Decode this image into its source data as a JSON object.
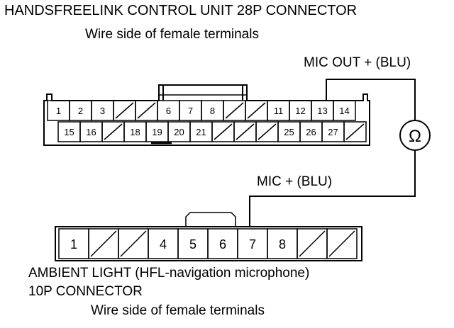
{
  "hfl_connector": {
    "title": "HANDSFREELINK CONTROL UNIT 28P CONNECTOR",
    "subtitle": "Wire side of female terminals",
    "top_row": [
      "1",
      "2",
      "3",
      "/",
      "/",
      "6",
      "7",
      "8",
      "/",
      "/",
      "11",
      "12",
      "13",
      "14"
    ],
    "bottom_row": [
      "15",
      "16",
      "/",
      "18",
      "19",
      "20",
      "21",
      "/",
      "/",
      "/",
      "25",
      "26",
      "27",
      "/"
    ]
  },
  "mic_out_label": "MIC OUT + (BLU)",
  "mic_in_label": "MIC + (BLU)",
  "meter_symbol": "Ω",
  "ambient_connector": {
    "title_line1": "AMBIENT LIGHT (HFL-navigation microphone)",
    "title_line2": "10P CONNECTOR",
    "subtitle": "Wire side of female terminals",
    "pins": [
      "1",
      "/",
      "/",
      "4",
      "5",
      "6",
      "7",
      "8",
      "/",
      "/"
    ]
  },
  "colors": {
    "line": "#000000",
    "background": "#ffffff"
  }
}
